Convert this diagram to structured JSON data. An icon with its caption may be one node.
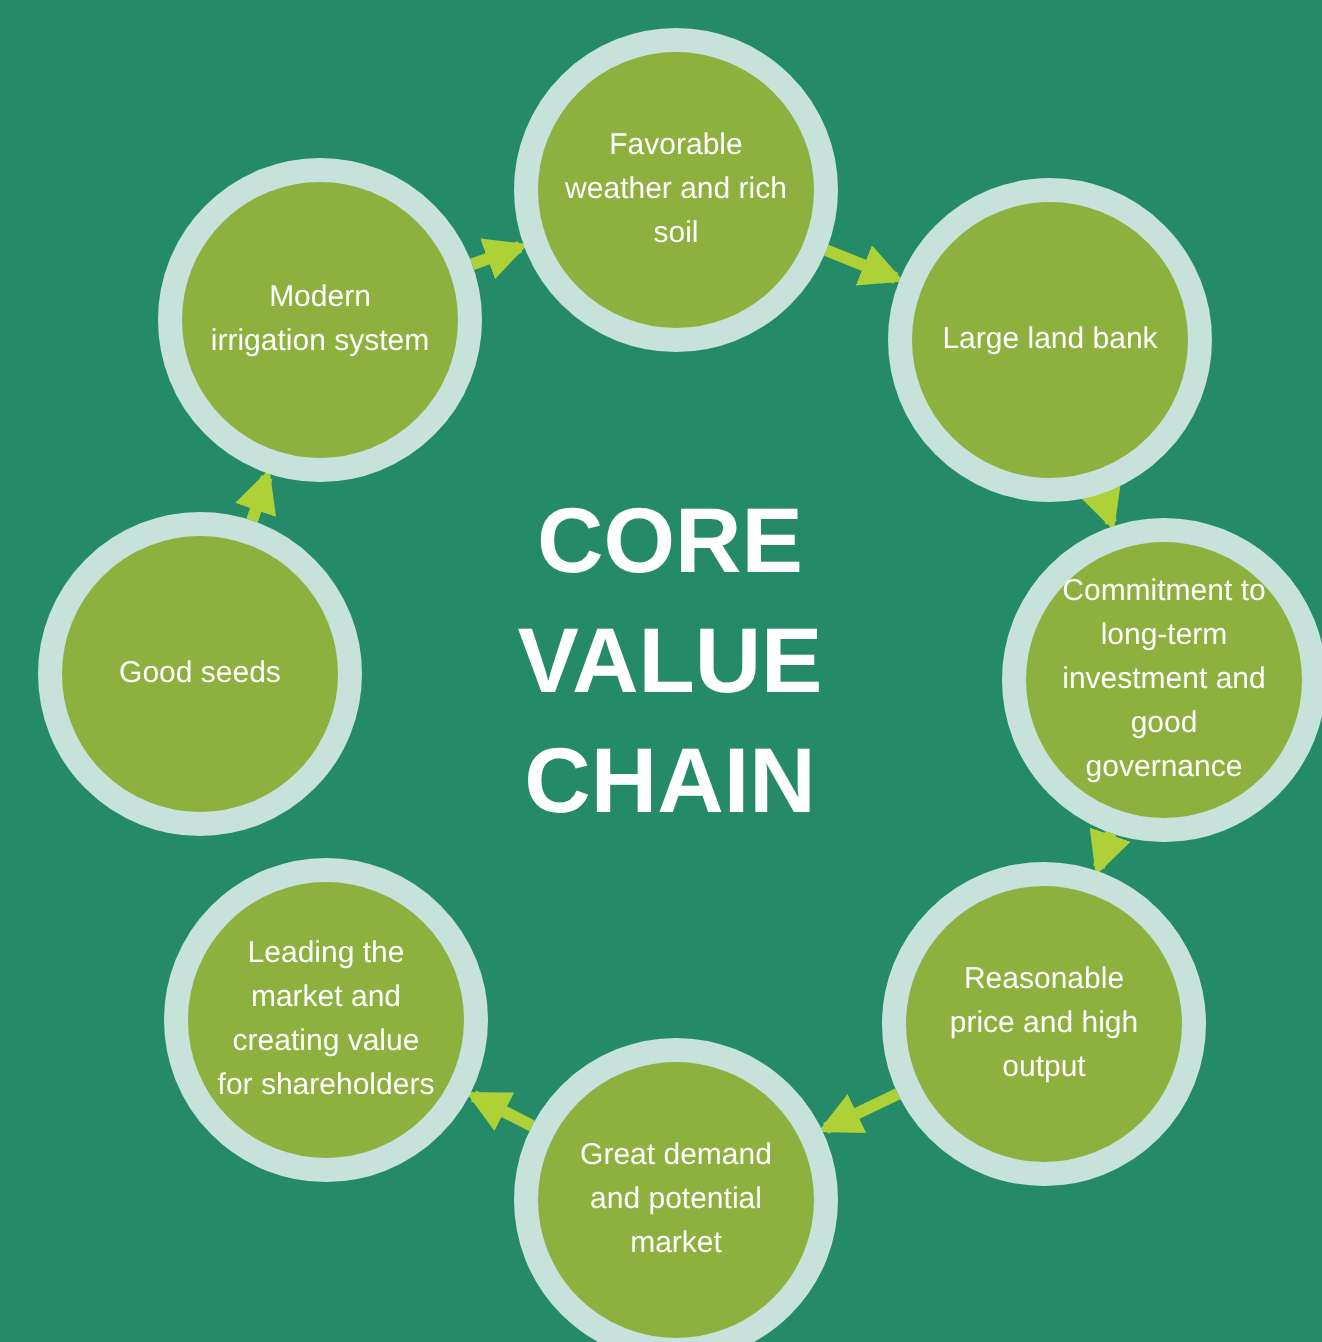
{
  "diagram": {
    "title": "CORE VALUE CHAIN",
    "nodes": [
      {
        "text": [
          "Good seeds"
        ]
      },
      {
        "text": [
          "Modern irrigation system"
        ]
      },
      {
        "text": [
          "Favorable weather and rich soil"
        ]
      },
      {
        "text": [
          "Large land bank"
        ]
      },
      {
        "text": [
          "Commitment to long-term investment and good governance"
        ]
      },
      {
        "text": [
          "Reasonable price and high output"
        ]
      },
      {
        "text": [
          "Great demand and potential market"
        ]
      },
      {
        "text": [
          "Leading the market and creating value for shareholders"
        ]
      }
    ],
    "edges": [
      {
        "from": 0,
        "to": 1,
        "arrow": "to"
      },
      {
        "from": 1,
        "to": 2,
        "arrow": "to"
      },
      {
        "from": 2,
        "to": 3,
        "arrow": "to"
      },
      {
        "from": 3,
        "to": 4,
        "arrow": "to"
      },
      {
        "from": 4,
        "to": 5,
        "arrow": "to"
      },
      {
        "from": 5,
        "to": 6,
        "arrow": "to"
      },
      {
        "from": 6,
        "to": 7,
        "arrow": "to"
      }
    ]
  }
}
